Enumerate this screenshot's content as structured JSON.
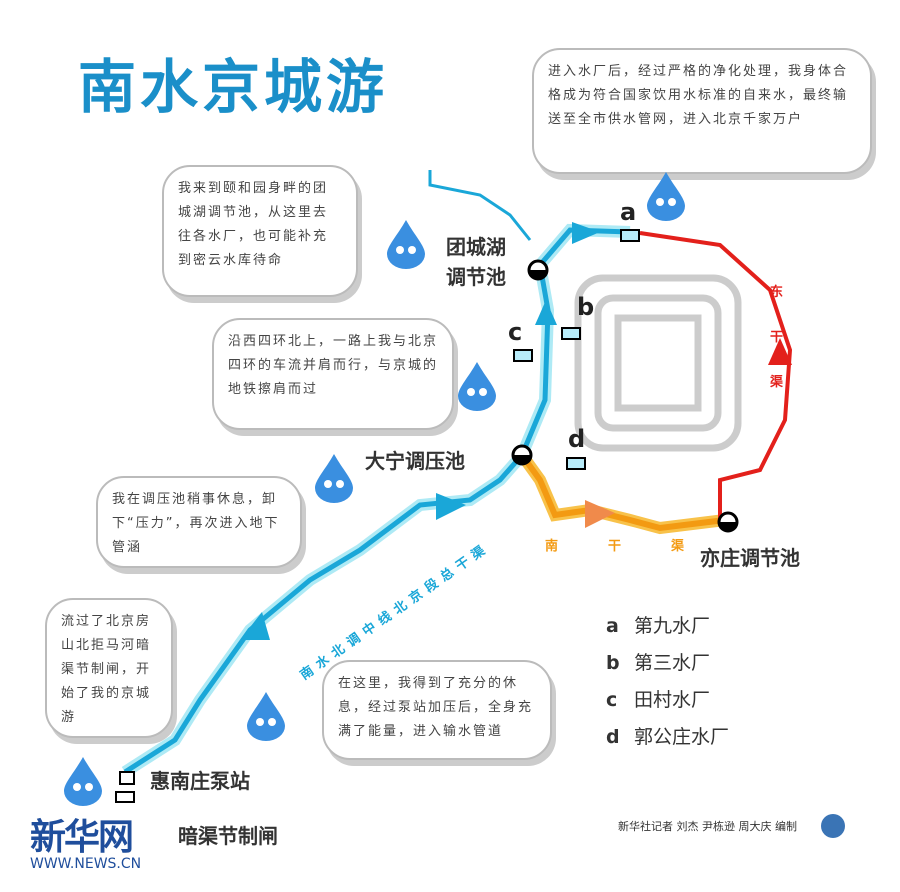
{
  "title": "南水京城游",
  "bubbles": [
    "进入水厂后，经过严格的净化处理，我身体合格成为符合国家饮用水标准的自来水，最终输送至全市供水管网，进入北京千家万户",
    "我来到颐和园身畔的团城湖调节池，从这里去往各水厂，也可能补充到密云水库待命",
    "沿西四环北上，一路上我与北京四环的车流并肩而行，与京城的地铁擦肩而过",
    "我在调压池稍事休息，卸下“压力”，再次进入地下管涵",
    "流过了北京房山北拒马河暗渠节制闸，开始了我的京城游",
    "在这里，我得到了充分的休息，经过泵站加压后，全身充满了能量，进入输水管道"
  ],
  "stations": {
    "tuancheng": "团城湖\n调节池",
    "daning": "大宁调压池",
    "yizhuang": "亦庄调节池",
    "huinan": "惠南庄泵站",
    "zhamen": "暗渠节制闸"
  },
  "plant_markers": [
    "a",
    "b",
    "c",
    "d"
  ],
  "route_labels": {
    "main": "南水北调中线北京段总干渠",
    "south": "南干渠",
    "east": "东干渠"
  },
  "legend": [
    {
      "key": "a",
      "name": "第九水厂"
    },
    {
      "key": "b",
      "name": "第三水厂"
    },
    {
      "key": "c",
      "name": "田村水厂"
    },
    {
      "key": "d",
      "name": "郭公庄水厂"
    }
  ],
  "credit": "新华社记者 刘杰 尹栋逊 周大庆 编制",
  "logo": {
    "name": "新华网",
    "url": "WWW.NEWS.CN"
  },
  "colors": {
    "main": "#1aa7d8",
    "south": "#f39a12",
    "east": "#e3201b",
    "title": "#1a8fc9"
  }
}
